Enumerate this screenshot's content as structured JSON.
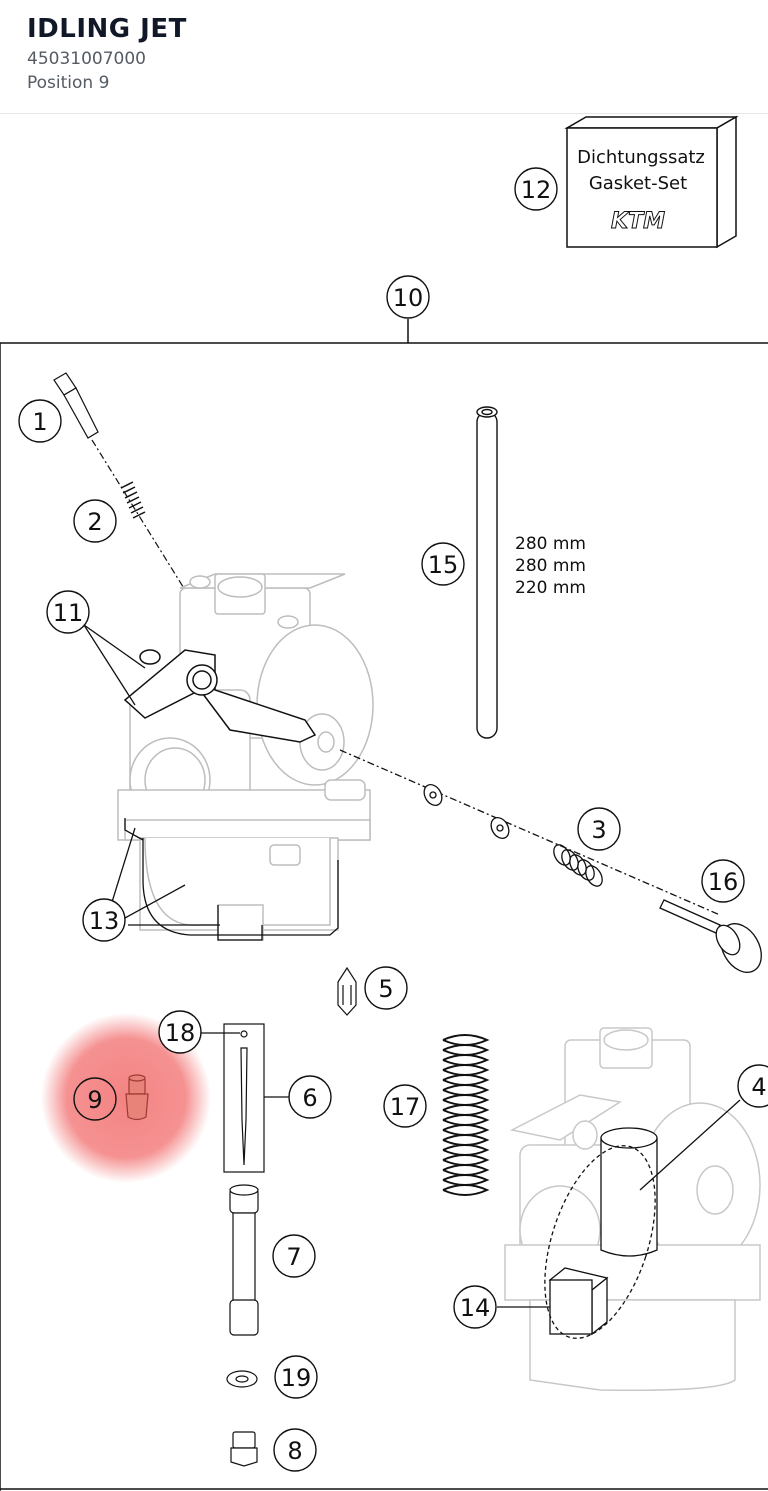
{
  "header": {
    "title": "IDLING JET",
    "part_number": "45031007000",
    "position_label": "Position 9"
  },
  "diagram": {
    "gasket_box": {
      "line1": "Dichtungssatz",
      "line2": "Gasket-Set",
      "logo": "KTM"
    },
    "tube_lengths": [
      "280 mm",
      "280 mm",
      "220 mm"
    ],
    "callouts": {
      "c1": "1",
      "c2": "2",
      "c3": "3",
      "c4": "4",
      "c5": "5",
      "c6": "6",
      "c7": "7",
      "c8": "8",
      "c9": "9",
      "c10": "10",
      "c11": "11",
      "c12": "12",
      "c13": "13",
      "c14": "14",
      "c15": "15",
      "c16": "16",
      "c17": "17",
      "c18": "18",
      "c19": "19"
    },
    "highlighted_position": "9",
    "colors": {
      "highlight": "#f26d6d",
      "highlight_part": "#e8837a",
      "line": "#111111",
      "ghost": "#bdbdbd"
    }
  }
}
